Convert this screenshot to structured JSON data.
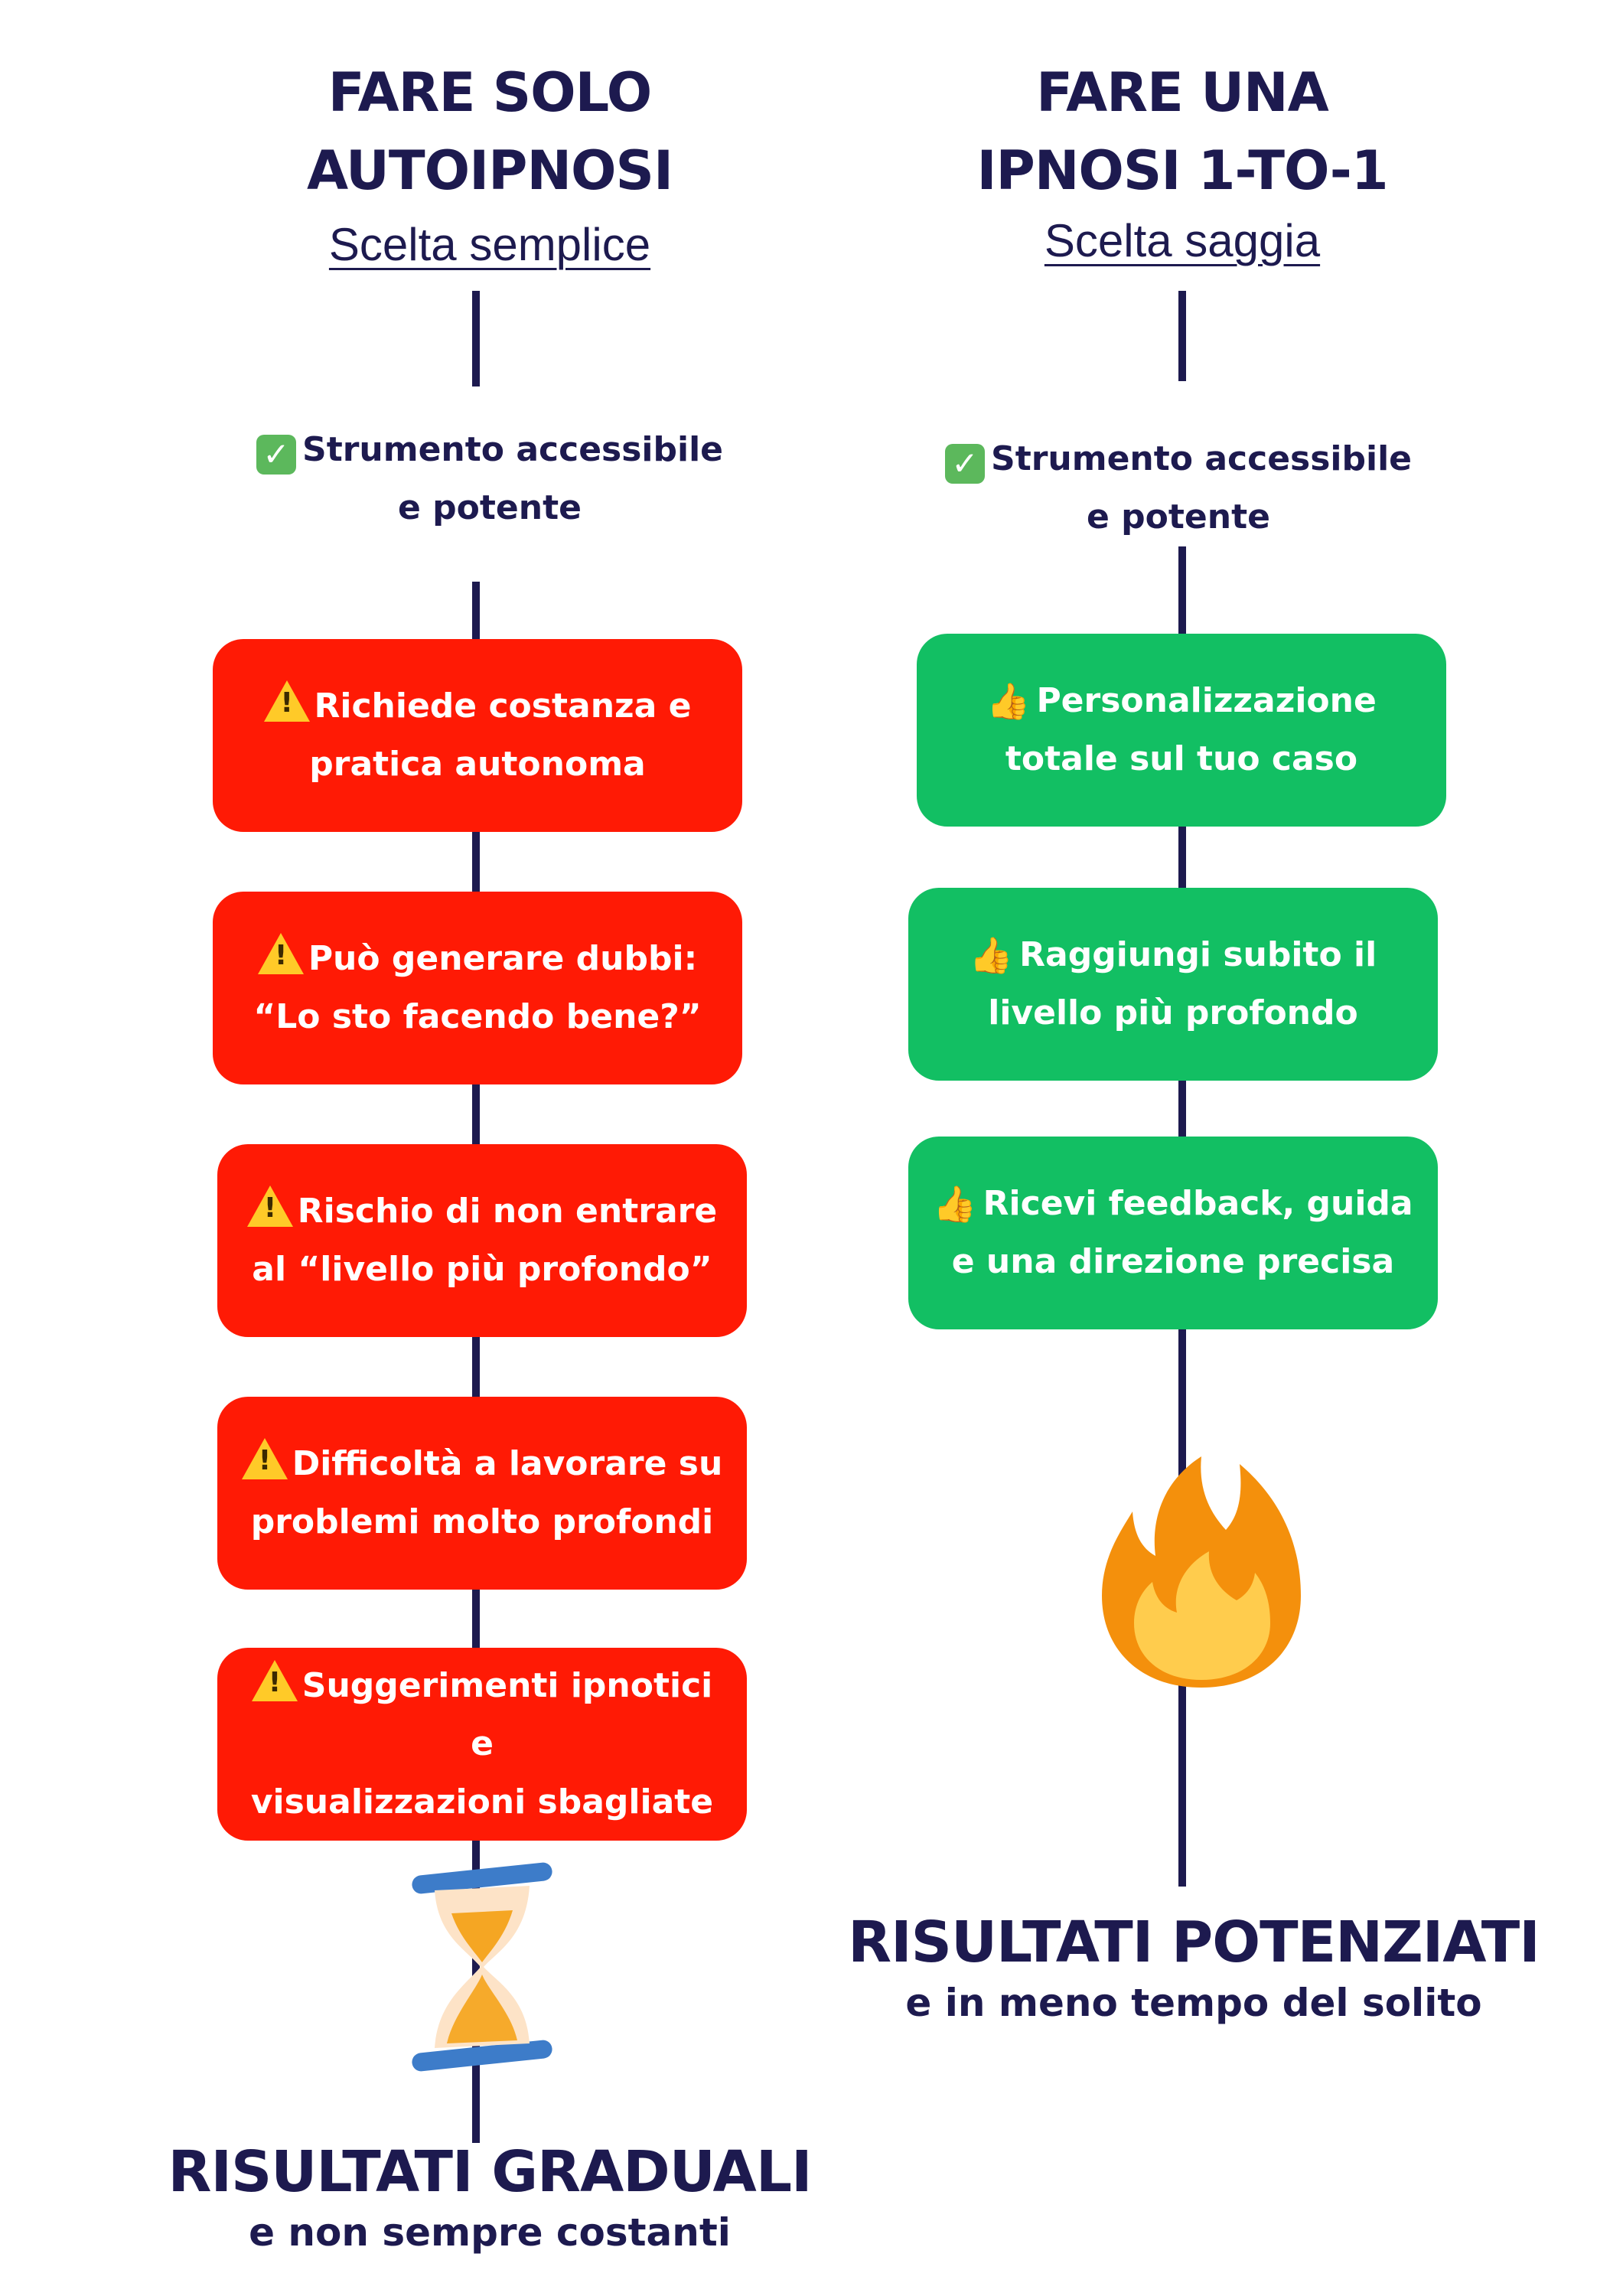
{
  "left": {
    "title_line1": "FARE SOLO",
    "title_line2": "AUTOIPNOSI",
    "subtitle": "Scelta semplice",
    "plain_line1": "Strumento accessibile",
    "plain_line2": "e potente",
    "boxes": [
      {
        "line1": "Richiede costanza e",
        "line2": "pratica autonoma"
      },
      {
        "line1": "Può generare dubbi:",
        "line2": "“Lo sto facendo bene?”"
      },
      {
        "line1": "Rischio di non entrare",
        "line2": "al “livello più profondo”"
      },
      {
        "line1": "Difficoltà a lavorare  su",
        "line2": "problemi molto profondi"
      },
      {
        "line1": "Suggerimenti ipnotici e",
        "line2": "visualizzazioni sbagliate"
      }
    ],
    "result_title": "RISULTATI GRADUALI",
    "result_sub": "e non sempre costanti",
    "icon": "hourglass-icon"
  },
  "right": {
    "title_line1": "FARE UNA",
    "title_line2": "IPNOSI 1-TO-1",
    "subtitle": "Scelta saggia",
    "plain_line1": "Strumento accessibile",
    "plain_line2": "e potente",
    "boxes": [
      {
        "line1": "Personalizzazione",
        "line2": "totale sul tuo caso"
      },
      {
        "line1": "Raggiungi subito il",
        "line2": "livello più profondo"
      },
      {
        "line1": "Ricevi feedback, guida",
        "line2": "e una direzione precisa"
      }
    ],
    "result_title": "RISULTATI POTENZIATI",
    "result_sub": "e in meno tempo del solito",
    "icon": "fire-icon"
  },
  "colors": {
    "navy": "#1d1a4f",
    "warning_red": "#ff1a05",
    "positive_green": "#12bf63"
  }
}
